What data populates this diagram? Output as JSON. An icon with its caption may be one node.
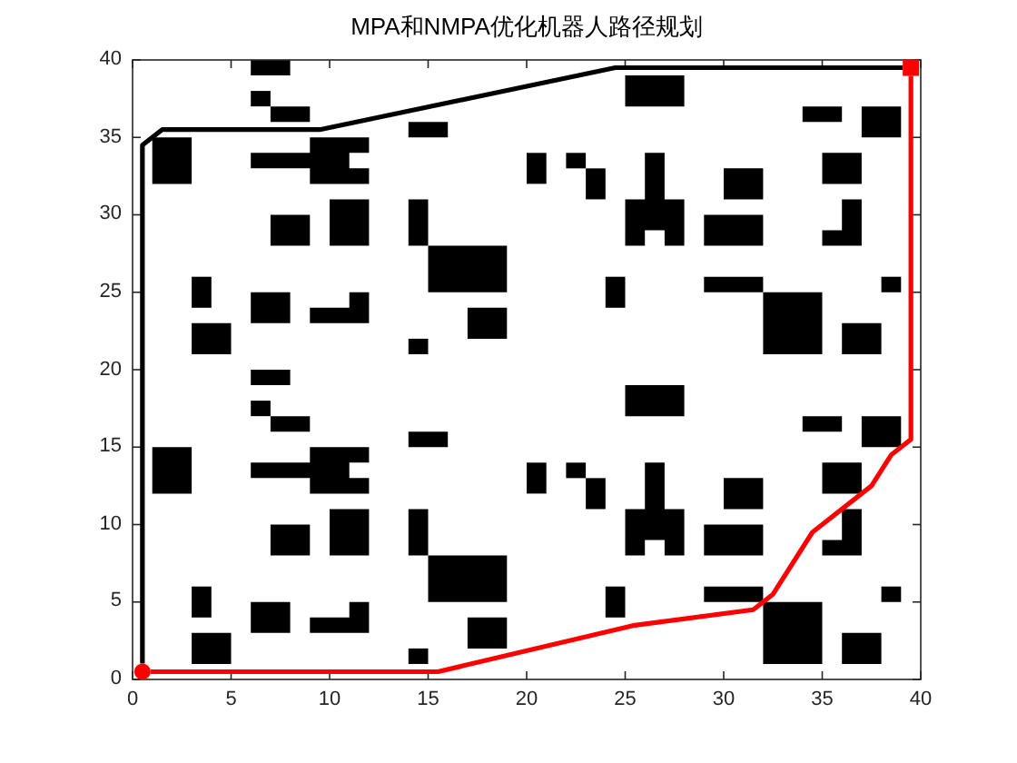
{
  "diagram": {
    "title": "MPA和NMPA优化机器人路径规划",
    "nodes": [
      {
        "text": [],
        "shape": "circle"
      },
      {
        "text": [],
        "shape": "box"
      }
    ],
    "edges": [
      {
        "from": 0,
        "to": 1,
        "arrow": "none",
        "color": "#000000"
      },
      {
        "from": 0,
        "to": 1,
        "arrow": "none",
        "color": "#ff0000"
      }
    ],
    "labels": [
      "40",
      "35",
      "30",
      "25",
      "20",
      "15",
      "10",
      "5",
      "0",
      "0",
      "5",
      "10",
      "15",
      "20",
      "25",
      "30",
      "35",
      "40"
    ]
  }
}
